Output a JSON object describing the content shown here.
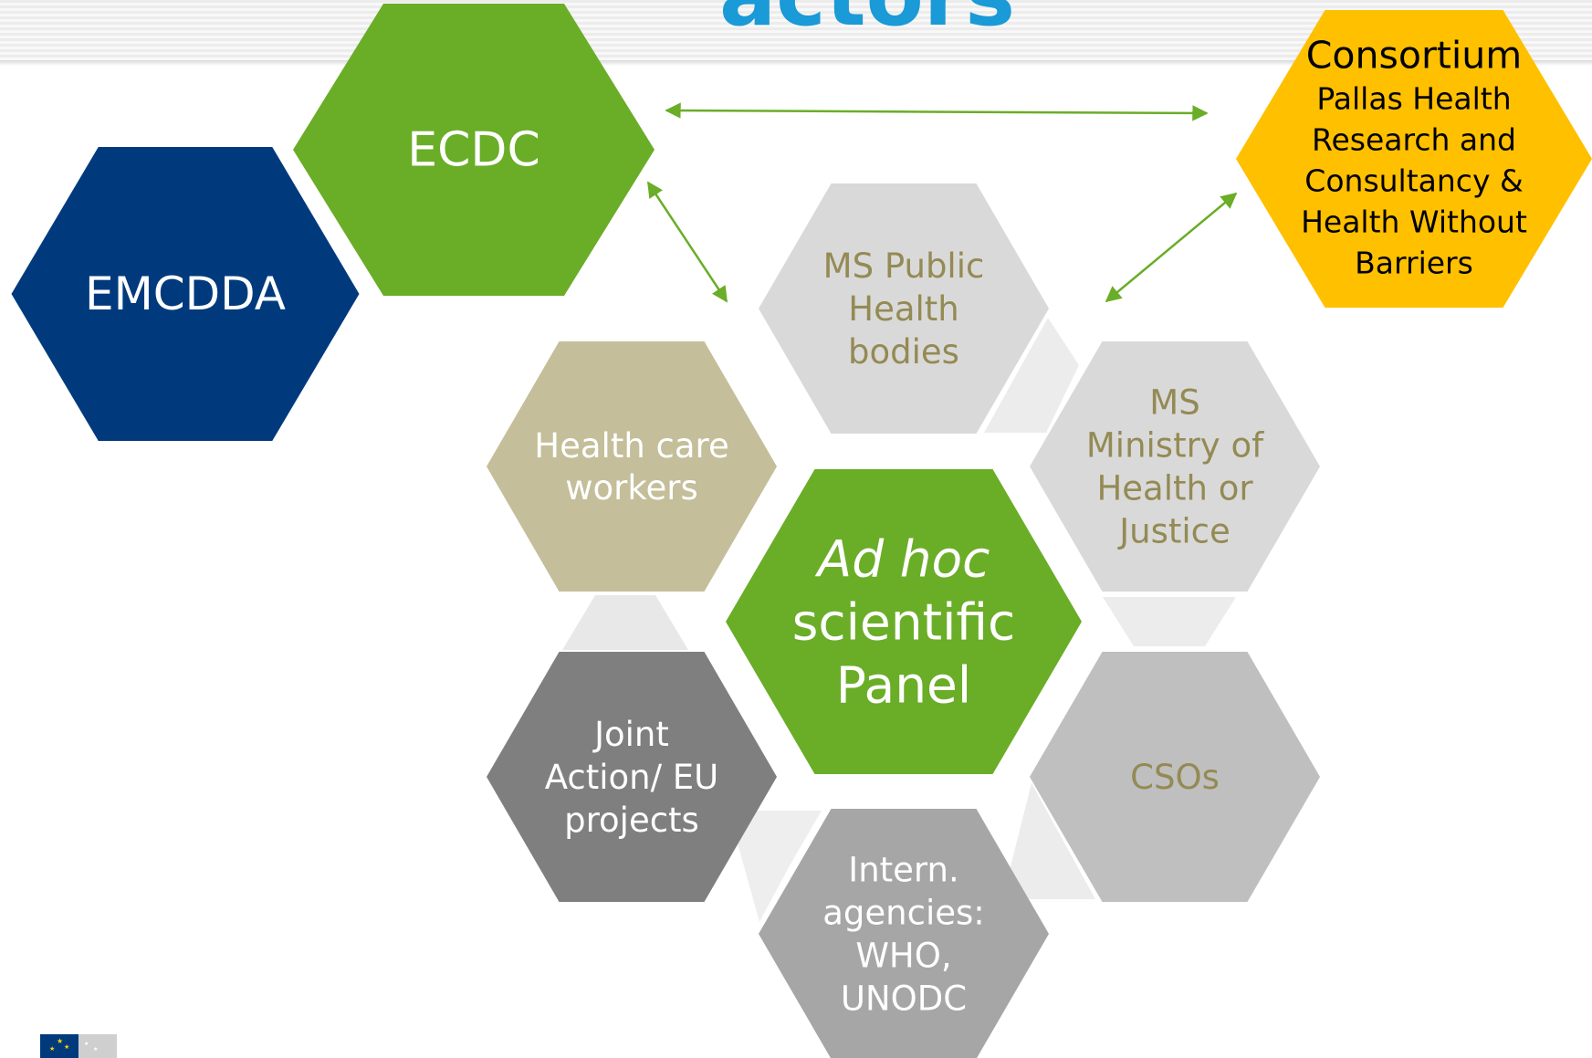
{
  "title": "actors",
  "colors": {
    "title_blue": "#1a9ad6",
    "emcdda_navy": "#003a7d",
    "ecdc_green": "#6aad27",
    "consortium_yellow": "#ffc000",
    "khaki": "#c4be9a",
    "light_gray": "#d9d9d9",
    "mid_gray": "#bfbfbf",
    "dark_gray": "#7f7f7f",
    "gray": "#a6a6a6",
    "olive_text": "#948a54"
  },
  "nodes": [
    {
      "id": "emcdda",
      "lines": [
        "EMCDDA"
      ],
      "fill": "#003a7d",
      "text_color": "#ffffff"
    },
    {
      "id": "ecdc",
      "lines": [
        "ECDC"
      ],
      "fill": "#6aad27",
      "text_color": "#ffffff"
    },
    {
      "id": "consortium",
      "heading": "Consortium",
      "lines": [
        "Pallas Health",
        "Research and",
        "Consultancy &",
        "Health Without",
        "Barriers"
      ],
      "fill": "#ffc000",
      "text_color": "#000000"
    },
    {
      "id": "ms-public-health",
      "lines": [
        "MS Public",
        "Health",
        "bodies"
      ],
      "fill": "#d9d9d9",
      "text_color": "#948a54"
    },
    {
      "id": "health-care-workers",
      "lines": [
        "Health care",
        "workers"
      ],
      "fill": "#c4be9a",
      "text_color": "#ffffff"
    },
    {
      "id": "ms-ministry",
      "lines": [
        "MS",
        "Ministry of",
        "Health or",
        "Justice"
      ],
      "fill": "#d9d9d9",
      "text_color": "#948a54"
    },
    {
      "id": "ad-hoc-panel",
      "italic_line": "Ad hoc",
      "lines": [
        "scientific",
        "Panel"
      ],
      "fill": "#6aad27",
      "text_color": "#ffffff"
    },
    {
      "id": "joint-action",
      "lines": [
        "Joint",
        "Action/ EU",
        "projects"
      ],
      "fill": "#7f7f7f",
      "text_color": "#ffffff"
    },
    {
      "id": "csos",
      "lines": [
        "CSOs"
      ],
      "fill": "#bfbfbf",
      "text_color": "#948a54"
    },
    {
      "id": "intern-agencies",
      "lines": [
        "Intern.",
        "agencies:",
        "WHO,",
        "UNODC"
      ],
      "fill": "#a6a6a6",
      "text_color": "#ffffff"
    }
  ],
  "connections": [
    {
      "from": "ecdc",
      "to": "consortium",
      "direction": "both"
    },
    {
      "from": "ecdc",
      "to": "ms-public-health",
      "direction": "both"
    },
    {
      "from": "consortium",
      "to": "ms-ministry",
      "direction": "both"
    }
  ]
}
